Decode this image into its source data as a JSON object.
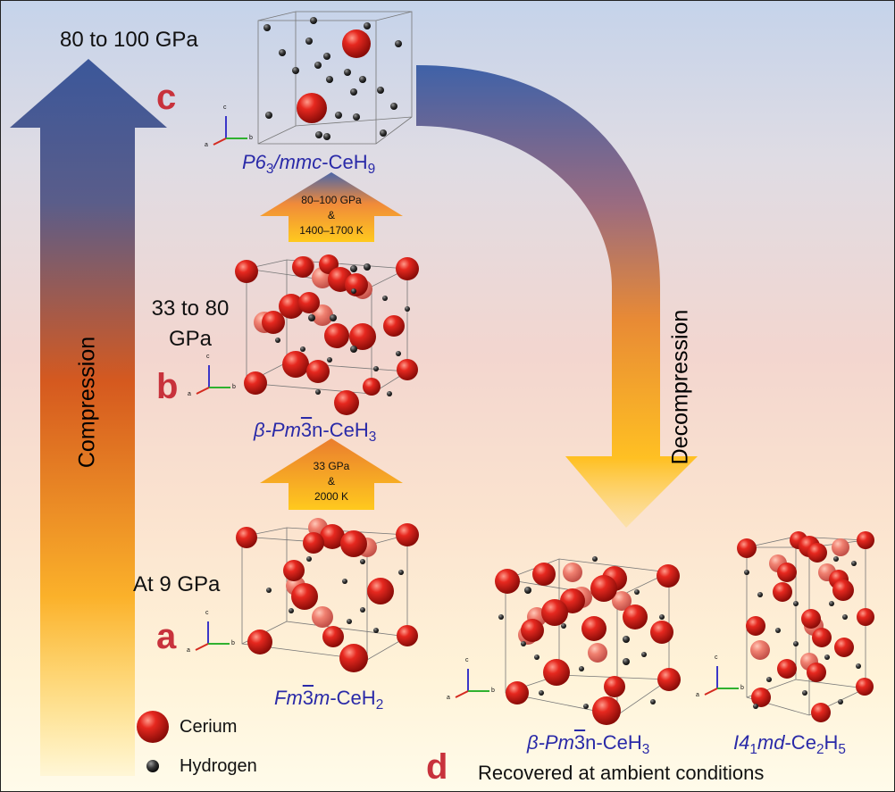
{
  "labels": {
    "p_c": "80 to 100 GPa",
    "p_b": "33 to 80 GPa",
    "p_a": "At 9 GPa",
    "compression": "Compression",
    "decompression": "Decompression",
    "recovered": "Recovered at ambient conditions"
  },
  "panels": {
    "a": "a",
    "b": "b",
    "c": "c",
    "d": "d"
  },
  "transitions": {
    "upper": [
      "80–100 GPa",
      "&",
      "1400–1700 K"
    ],
    "lower": [
      "33 GPa",
      "&",
      "2000 K"
    ]
  },
  "phases": {
    "c": {
      "sym": "P6",
      "sub1": "3",
      "mmc": "/mmc",
      "formula": "-CeH",
      "sub2": "9"
    },
    "b": {
      "pre": "β-Pm",
      "bar": "3",
      "post": "n-CeH",
      "sub": "3"
    },
    "a": {
      "pre": "Fm",
      "bar": "3",
      "post": "m",
      "formula": "-CeH",
      "sub": "2"
    },
    "d1": {
      "pre": "β-Pm",
      "bar": "3",
      "post": "n-CeH",
      "sub": "3"
    },
    "d2": {
      "pre": "I4",
      "sub1": "1",
      "md": "md",
      "formula": "-Ce",
      "sub2": "2",
      "h": "H",
      "sub3": "5"
    }
  },
  "axes": {
    "a": "a",
    "b": "b",
    "c": "c"
  },
  "legend": {
    "cerium": "Cerium",
    "hydrogen": "Hydrogen"
  },
  "colors": {
    "cerium": "#e0241c",
    "hydrogen": "#333333",
    "panel_letter": "#c8323c",
    "phase_text": "#2a2aa8",
    "arrow_top": "#3c5fa6",
    "arrow_bottom": "#ffc81e"
  }
}
